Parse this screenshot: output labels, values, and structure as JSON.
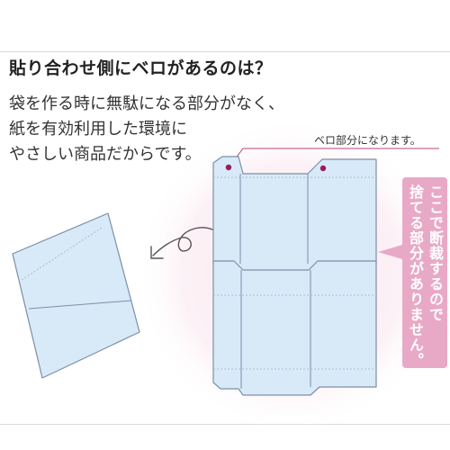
{
  "heading": "貼り合わせ側にベロがあるのは？",
  "body_lines": [
    "袋を作る時に無駄になる部分がなく、",
    "紙を有効利用した環境に",
    "やさしい商品だからです。"
  ],
  "callout_label": "ベロ部分になります。",
  "side_note": {
    "line1": "ここで断裁するので",
    "line2": "捨てる部分がありません。"
  },
  "colors": {
    "sheet_fill": "#d8eaf7",
    "sheet_stroke": "#7c8fa8",
    "accent_pink": "#e8a9c7",
    "marker": "#9b1b5e",
    "background_glow": "#fbeff4"
  }
}
